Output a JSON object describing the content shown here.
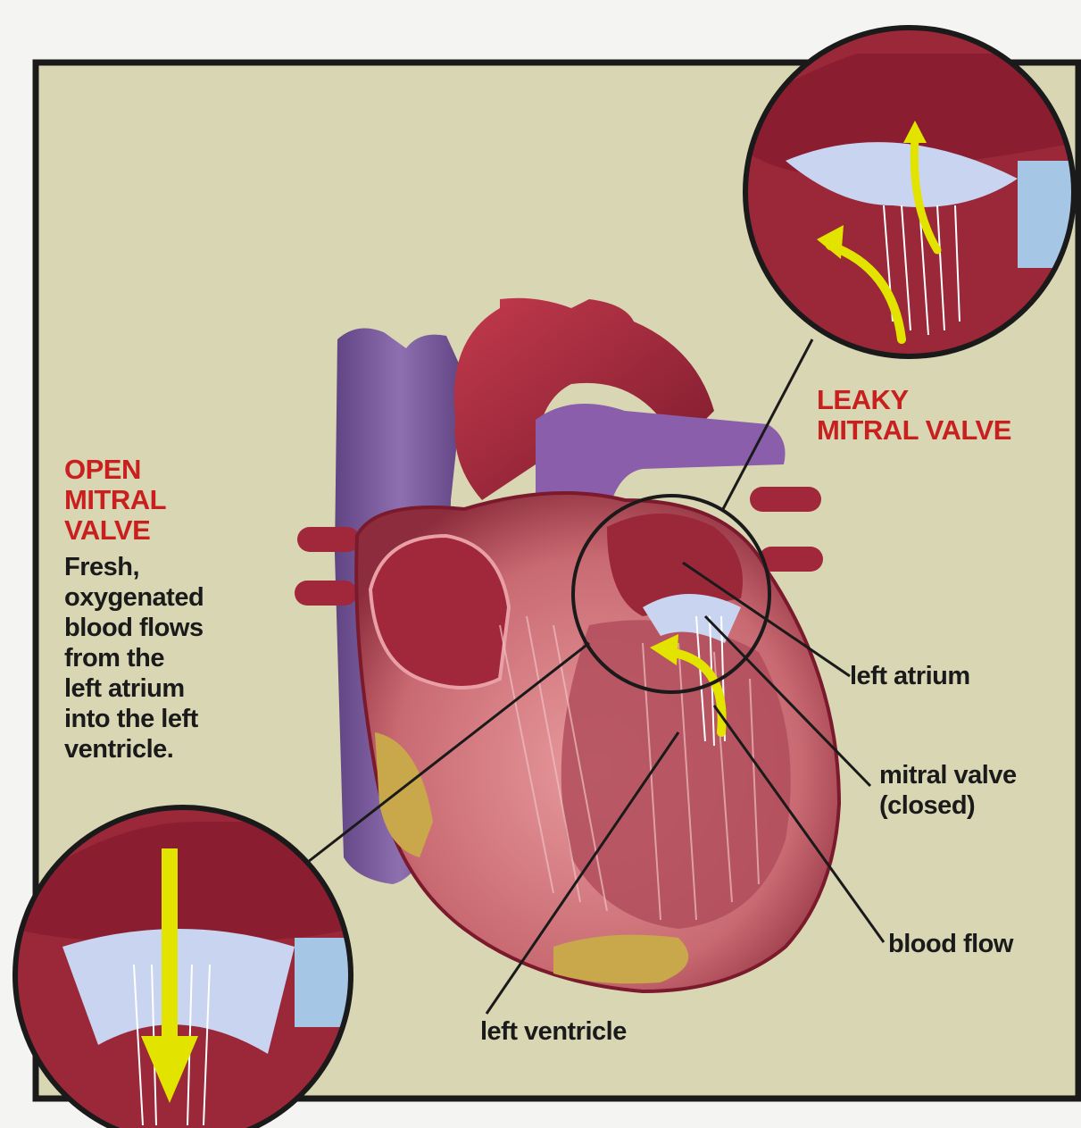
{
  "colors": {
    "background": "#d9d6b4",
    "frame": "#1a1a1a",
    "heading": "#c8201e",
    "text": "#1a1a1a",
    "artery": "#a0283a",
    "vein": "#6b4a8e",
    "muscle": "#c96a72",
    "valve": "#c9d4f0",
    "arrow": "#e2e400",
    "fat": "#c8a84a"
  },
  "open_valve": {
    "heading": [
      "OPEN",
      "MITRAL",
      "VALVE"
    ],
    "description": [
      "Fresh,",
      "oxygenated",
      "blood flows",
      "from the",
      "left atrium",
      "into the left",
      "ventricle."
    ]
  },
  "leaky_valve": {
    "heading": [
      "LEAKY",
      "MITRAL VALVE"
    ]
  },
  "labels": {
    "left_atrium": "left atrium",
    "mitral_valve": [
      "mitral valve",
      "(closed)"
    ],
    "blood_flow": "blood flow",
    "left_ventricle": "left ventricle"
  }
}
